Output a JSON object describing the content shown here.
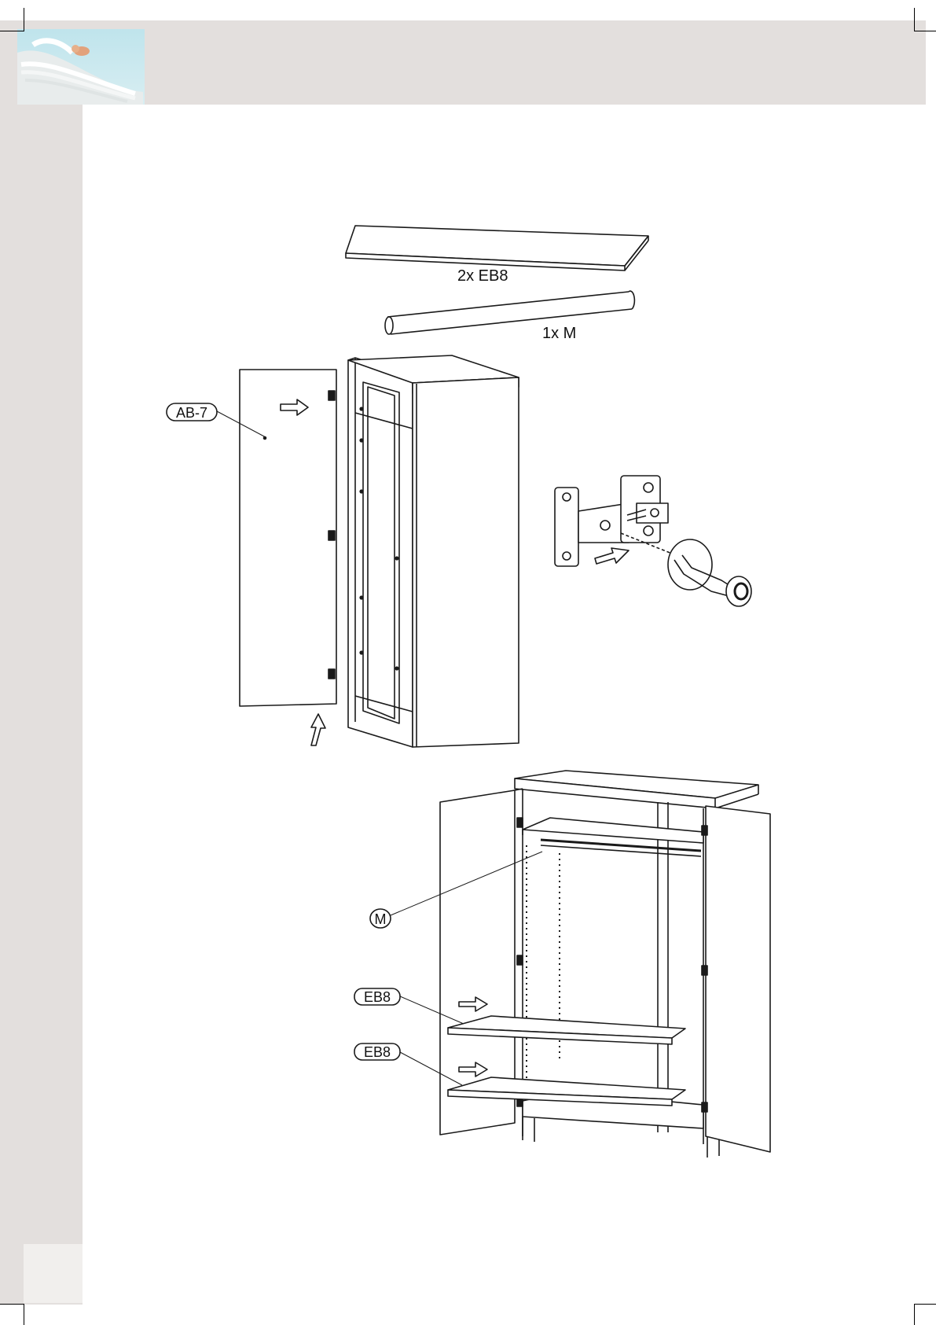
{
  "labels": {
    "shelf_count": "2x EB8",
    "rod_count": "1x M",
    "door_part": "AB-7",
    "rod_part": "M",
    "shelf_part_upper": "EB8",
    "shelf_part_lower": "EB8"
  },
  "colors": {
    "band": "#e3dfdd",
    "line": "#1a1a1a",
    "logo_sky": "#c9e8ee"
  },
  "icons": [
    "arrow-right-icon",
    "arrow-up-icon",
    "screwdriver-icon",
    "hinge-icon"
  ]
}
